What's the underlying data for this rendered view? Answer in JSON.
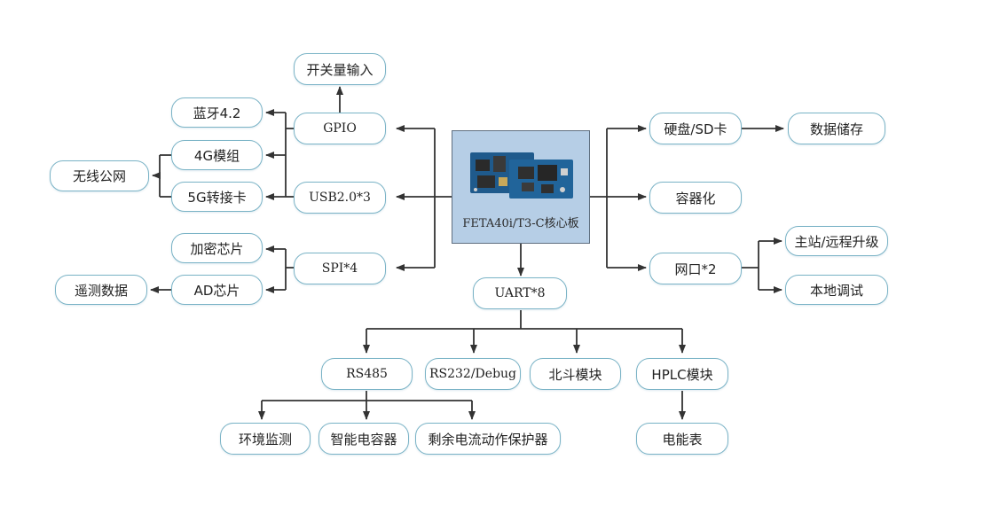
{
  "core": {
    "label": "FETA40i/T3-C核心板",
    "image": "core-board-photo"
  },
  "nodes": {
    "gpio": "GPIO",
    "switch_input": "开关量输入",
    "bluetooth": "蓝牙4.2",
    "module_4g": "4G模组",
    "card_5g": "5G转接卡",
    "wireless": "无线公网",
    "usb": "USB2.0*3",
    "encrypt": "加密芯片",
    "ad_chip": "AD芯片",
    "remote_data": "遥测数据",
    "spi": "SPI*4",
    "uart": "UART*8",
    "rs485": "RS485",
    "rs232": "RS232/Debug",
    "beidou": "北斗模块",
    "hplc": "HPLC模块",
    "env_monitor": "环境监测",
    "smart_cap": "智能电容器",
    "rcd": "剩余电流动作保护器",
    "meter": "电能表",
    "disk": "硬盘/SD卡",
    "storage": "数据储存",
    "container": "容器化",
    "net": "网口*2",
    "upgrade": "主站/远程升级",
    "local_debug": "本地调试"
  },
  "colors": {
    "border": "#7ab3c6",
    "core_fill": "#b6cee6",
    "line": "#333333"
  }
}
